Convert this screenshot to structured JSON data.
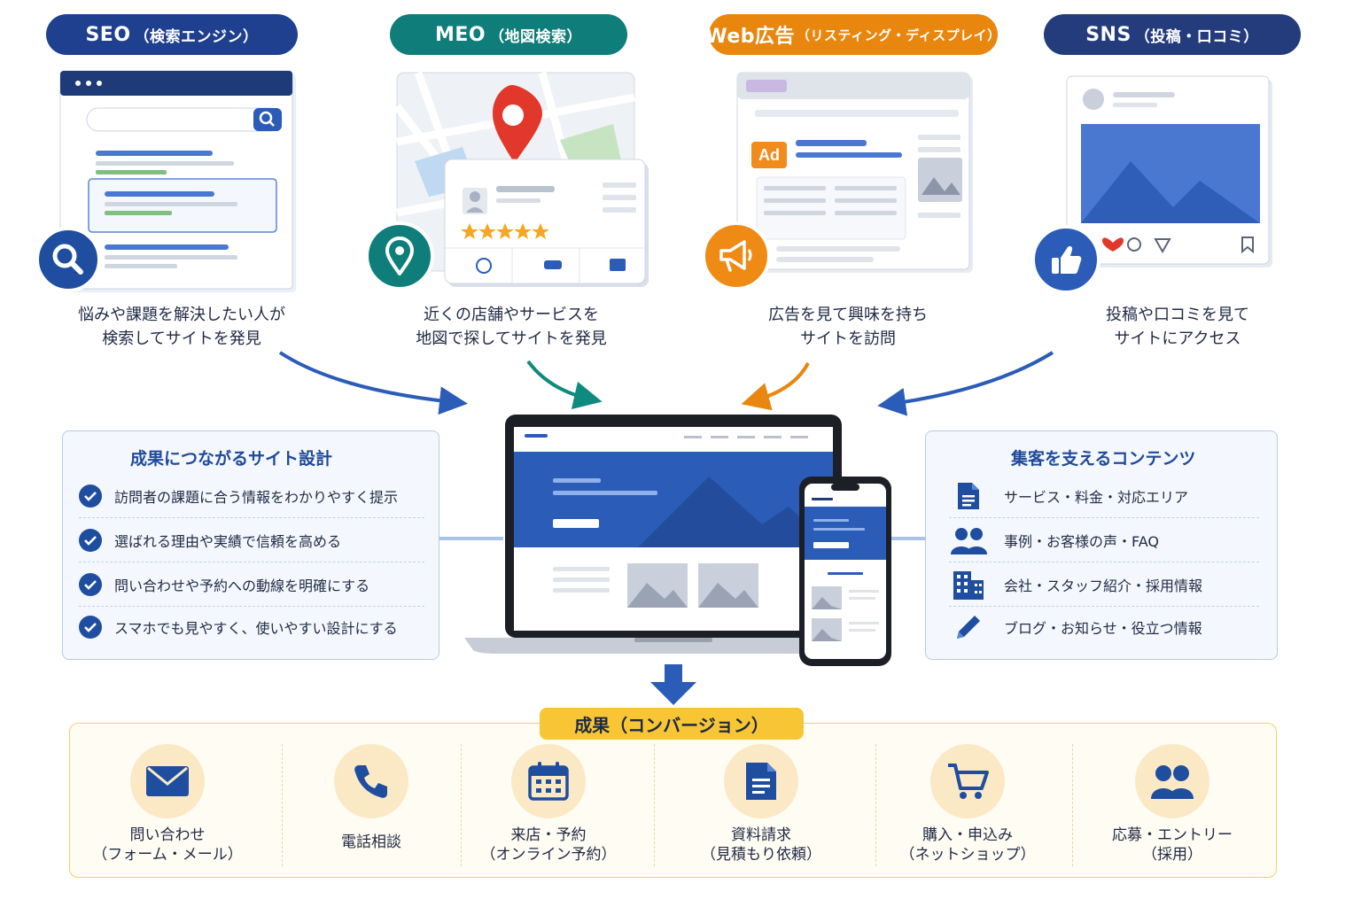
{
  "channels": [
    {
      "title": "SEO",
      "sub": "（検索エンジン）",
      "color": "#1f3f8f",
      "caption1": "悩みや課題を解決したい人が",
      "caption2": "検索してサイトを発見",
      "badge_icon": "search-icon"
    },
    {
      "title": "MEO",
      "sub": "（地図検索）",
      "color": "#0f7d79",
      "caption1": "近くの店舗やサービスを",
      "caption2": "地図で探してサイトを発見",
      "badge_icon": "location-pin-icon"
    },
    {
      "title": "Web広告",
      "sub": "（リスティング・ディスプレイ）",
      "color": "#e8860e",
      "caption1": "広告を見て興味を持ち",
      "caption2": "サイトを訪問",
      "badge_icon": "megaphone-icon",
      "ad_label": "Ad"
    },
    {
      "title": "SNS",
      "sub": "（投稿・口コミ）",
      "color": "#243b7c",
      "caption1": "投稿や口コミを見て",
      "caption2": "サイトにアクセス",
      "badge_icon": "thumbs-up-icon"
    }
  ],
  "design_panel": {
    "title": "成果につながるサイト設計",
    "items": [
      "訪問者の課題に合う情報をわかりやすく提示",
      "選ばれる理由や実績で信頼を高める",
      "問い合わせや予約への動線を明確にする",
      "スマホでも見やすく、使いやすい設計にする"
    ]
  },
  "content_panel": {
    "title": "集客を支えるコンテンツ",
    "items": [
      {
        "label": "サービス・料金・対応エリア",
        "icon": "document-icon"
      },
      {
        "label": "事例・お客様の声・FAQ",
        "icon": "people-icon"
      },
      {
        "label": "会社・スタッフ紹介・採用情報",
        "icon": "building-icon"
      },
      {
        "label": "ブログ・お知らせ・役立つ情報",
        "icon": "pencil-icon"
      }
    ]
  },
  "conversion": {
    "title": "成果（コンバージョン）",
    "items": [
      {
        "line1": "問い合わせ",
        "line2": "（フォーム・メール）",
        "icon": "mail-icon"
      },
      {
        "line1": "電話相談",
        "line2": "",
        "icon": "phone-icon"
      },
      {
        "line1": "来店・予約",
        "line2": "（オンライン予約）",
        "icon": "calendar-icon"
      },
      {
        "line1": "資料請求",
        "line2": "（見積もり依頼）",
        "icon": "document-icon"
      },
      {
        "line1": "購入・申込み",
        "line2": "（ネットショップ）",
        "icon": "cart-icon"
      },
      {
        "line1": "応募・エントリー",
        "line2": "（採用）",
        "icon": "people-icon"
      }
    ]
  },
  "colors": {
    "navy": "#1f3f8f",
    "teal": "#0f7d79",
    "orange": "#e8860e",
    "blue": "#2a5cb8",
    "gold": "#f8c635"
  }
}
